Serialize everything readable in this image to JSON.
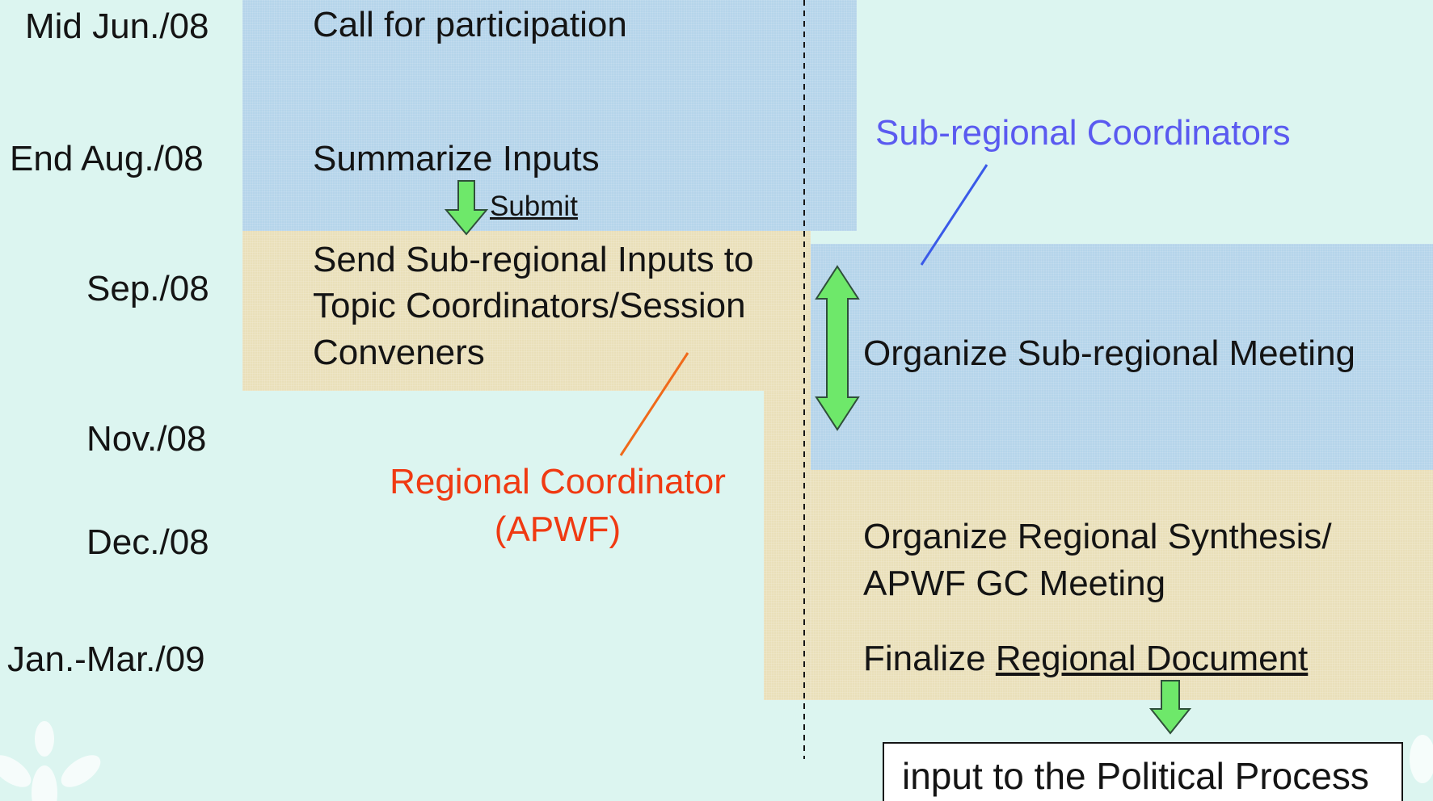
{
  "dates": [
    "Mid Jun./08",
    "End Aug./08",
    "Sep./08",
    "Nov./08",
    "Dec./08",
    "Jan.-Mar./09"
  ],
  "steps": {
    "call": "Call for participation",
    "summarize": "Summarize Inputs",
    "submit": "Submit",
    "send_line1": "Send Sub-regional Inputs to",
    "send_line2": "Topic Coordinators/Session",
    "send_line3": "Conveners",
    "organize_subregional": "Organize Sub-regional Meeting",
    "synthesis_line1": "Organize Regional Synthesis/",
    "synthesis_line2": "APWF GC Meeting",
    "finalize_prefix": "Finalize ",
    "finalize_doc": "Regional Document",
    "output": "input to the Political Process"
  },
  "labels": {
    "subregional": "Sub-regional Coordinators",
    "regional_line1": "Regional Coordinator",
    "regional_line2": "(APWF)"
  },
  "colors": {
    "background": "#dcf5f0",
    "blue_region": "#b5d4ea",
    "tan_region": "#e9dfb9",
    "arrow": "#6ee86a",
    "subregional_label": "#5a5af0",
    "regional_label": "#f03a12"
  }
}
